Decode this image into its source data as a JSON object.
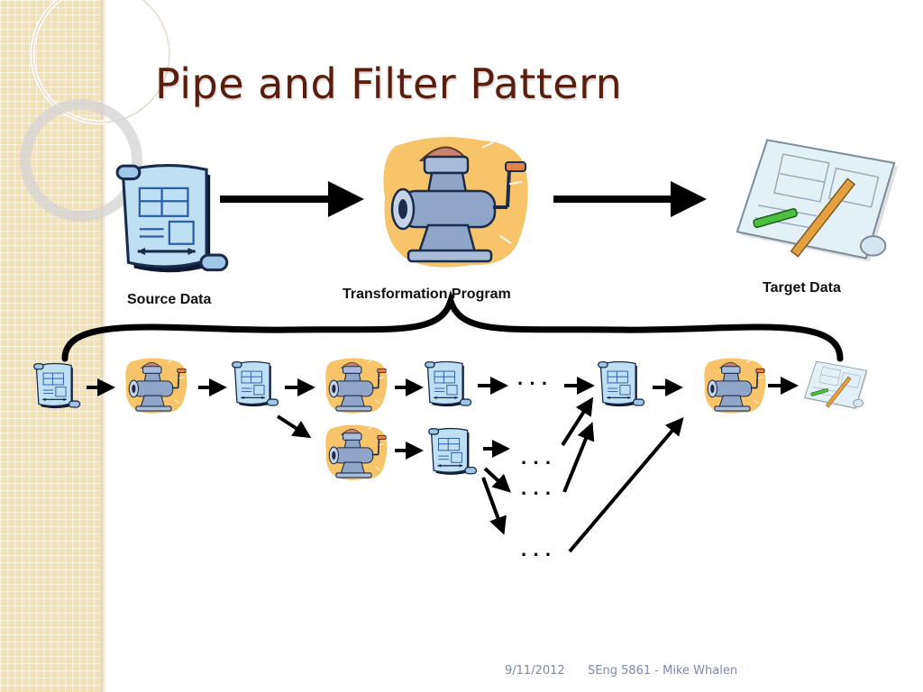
{
  "slide": {
    "title": "Pipe and Filter Pattern"
  },
  "labels": {
    "source": "Source Data",
    "transform": "Transformation Program",
    "target": "Target Data"
  },
  "ellipsis": "· · ·",
  "footer": {
    "date": "9/11/2012",
    "course": "SEng 5861 - Mike Whalen"
  },
  "colors": {
    "title": "#5a1e0e",
    "side_strip": "#f3e1b6",
    "footer_text": "#7a8aa6",
    "grinder_body": "#8fa6c9",
    "grinder_background": "#f7c46a",
    "scroll_paper": "#bfe0f2"
  },
  "icons": {
    "source": "scroll-blueprint-icon",
    "filter": "meat-grinder-icon",
    "target": "blueprint-pencil-icon"
  }
}
